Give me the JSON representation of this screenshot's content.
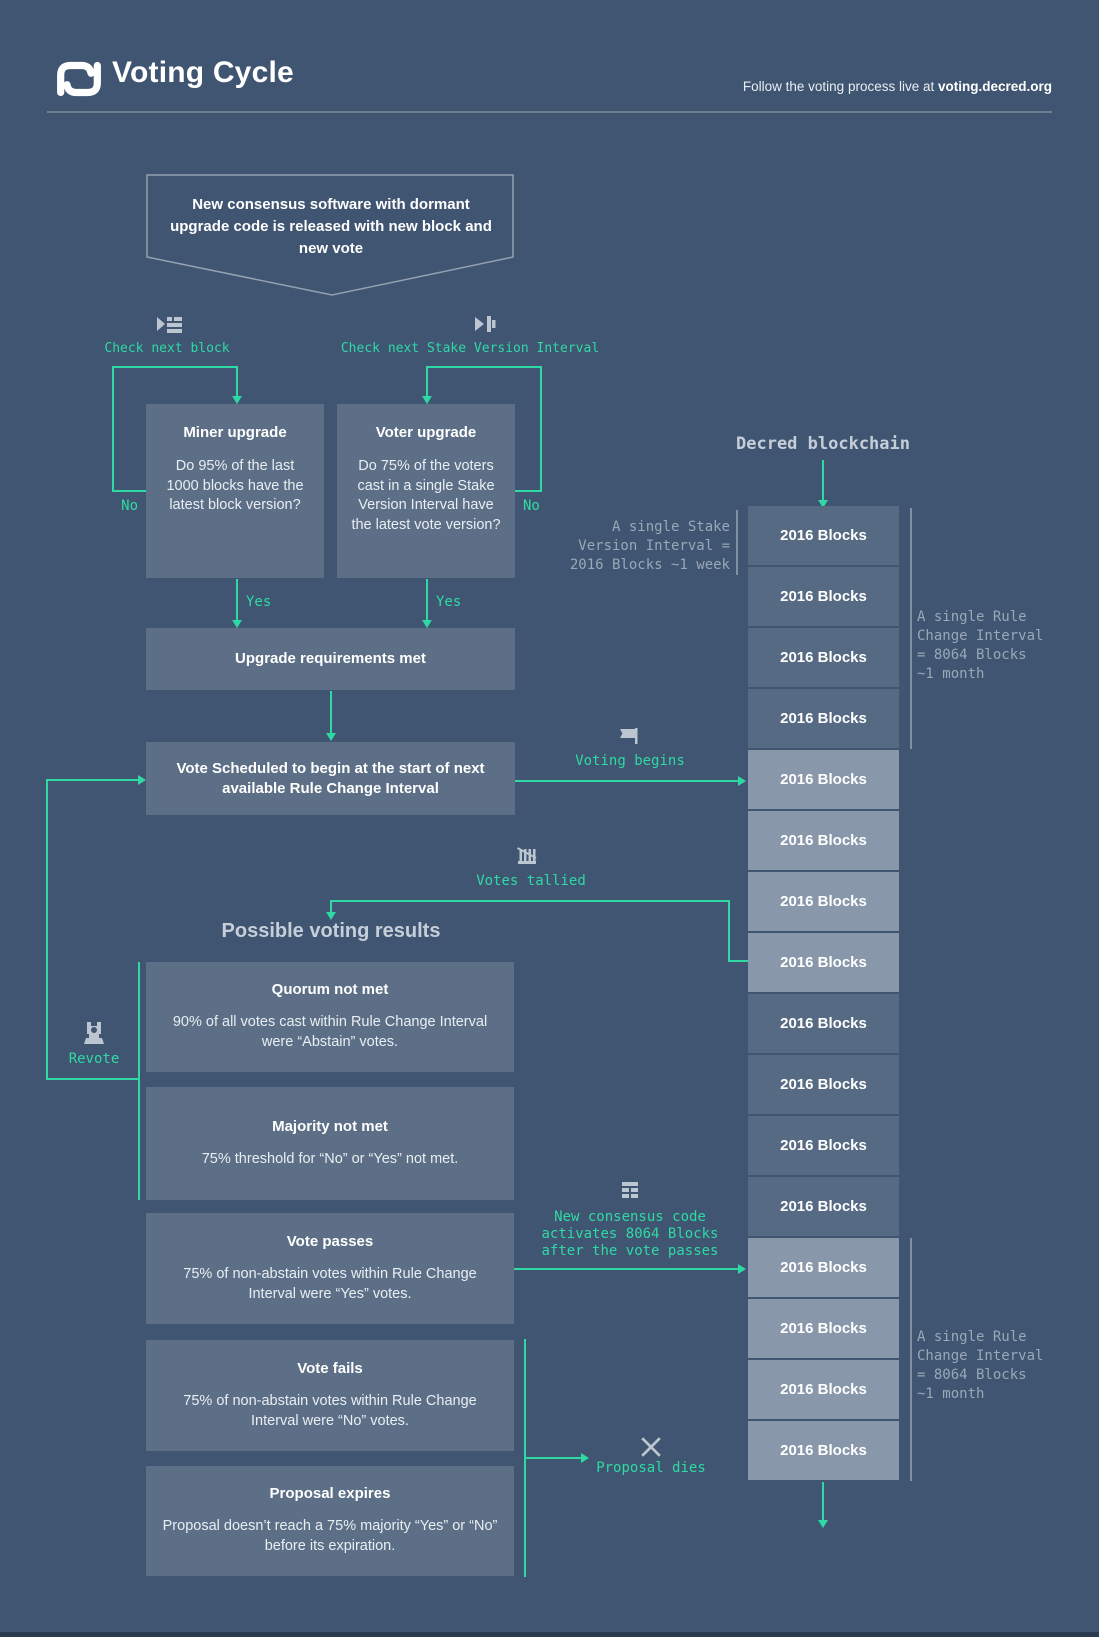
{
  "theme": {
    "background": "#3f5571",
    "panel": "#5c6f86",
    "block_dark": "#566b83",
    "block_light": "#8897aa",
    "accent_green": "#30d9a4",
    "muted_text": "#9aa8b8",
    "heading_text": "#c6cfd9",
    "icon_gray": "#bcc6d0"
  },
  "header": {
    "title": "Voting Cycle",
    "tagline_prefix": "Follow the voting process live at ",
    "tagline_domain": "voting.decred.org"
  },
  "flow": {
    "callout": "New consensus software with dormant upgrade code is released with new block and new vote",
    "check_block_label": "Check next block",
    "check_svi_label": "Check next Stake Version Interval",
    "no_label": "No",
    "yes_label": "Yes",
    "miner": {
      "title": "Miner upgrade",
      "body": "Do 95% of the last 1000 blocks have the latest block version?"
    },
    "voter": {
      "title": "Voter upgrade",
      "body": "Do 75% of the voters cast in a single Stake Version Interval have the latest vote version?"
    },
    "upgrade_met": "Upgrade requirements met",
    "vote_scheduled": "Vote Scheduled to begin at the start of next available Rule Change Interval",
    "voting_begins": "Voting begins",
    "votes_tallied": "Votes tallied",
    "results_title": "Possible voting results",
    "revote": "Revote",
    "results": [
      {
        "title": "Quorum not met",
        "body": "90% of all votes cast within Rule Change Interval were “Abstain” votes."
      },
      {
        "title": "Majority not met",
        "body": "75% threshold for “No” or “Yes” not met."
      },
      {
        "title": "Vote passes",
        "body": "75% of non-abstain votes within Rule Change Interval were “Yes” votes."
      },
      {
        "title": "Vote fails",
        "body": "75% of non-abstain votes within Rule Change Interval were “No” votes."
      },
      {
        "title": "Proposal expires",
        "body": "Proposal doesn’t reach a 75% majority “Yes” or “No” before its expiration."
      }
    ],
    "activation_note": [
      "New consensus code",
      "activates 8064 Blocks",
      "after the vote passes"
    ],
    "proposal_dies": "Proposal dies"
  },
  "blockchain": {
    "title": "Decred blockchain",
    "block_label": "2016 Blocks",
    "block_count": "16",
    "svi_note": [
      "A single Stake",
      "Version Interval =",
      "2016 Blocks ~1 week"
    ],
    "rci_note": [
      "A single Rule",
      "Change Interval",
      "= 8064 Blocks",
      "~1 month"
    ]
  }
}
